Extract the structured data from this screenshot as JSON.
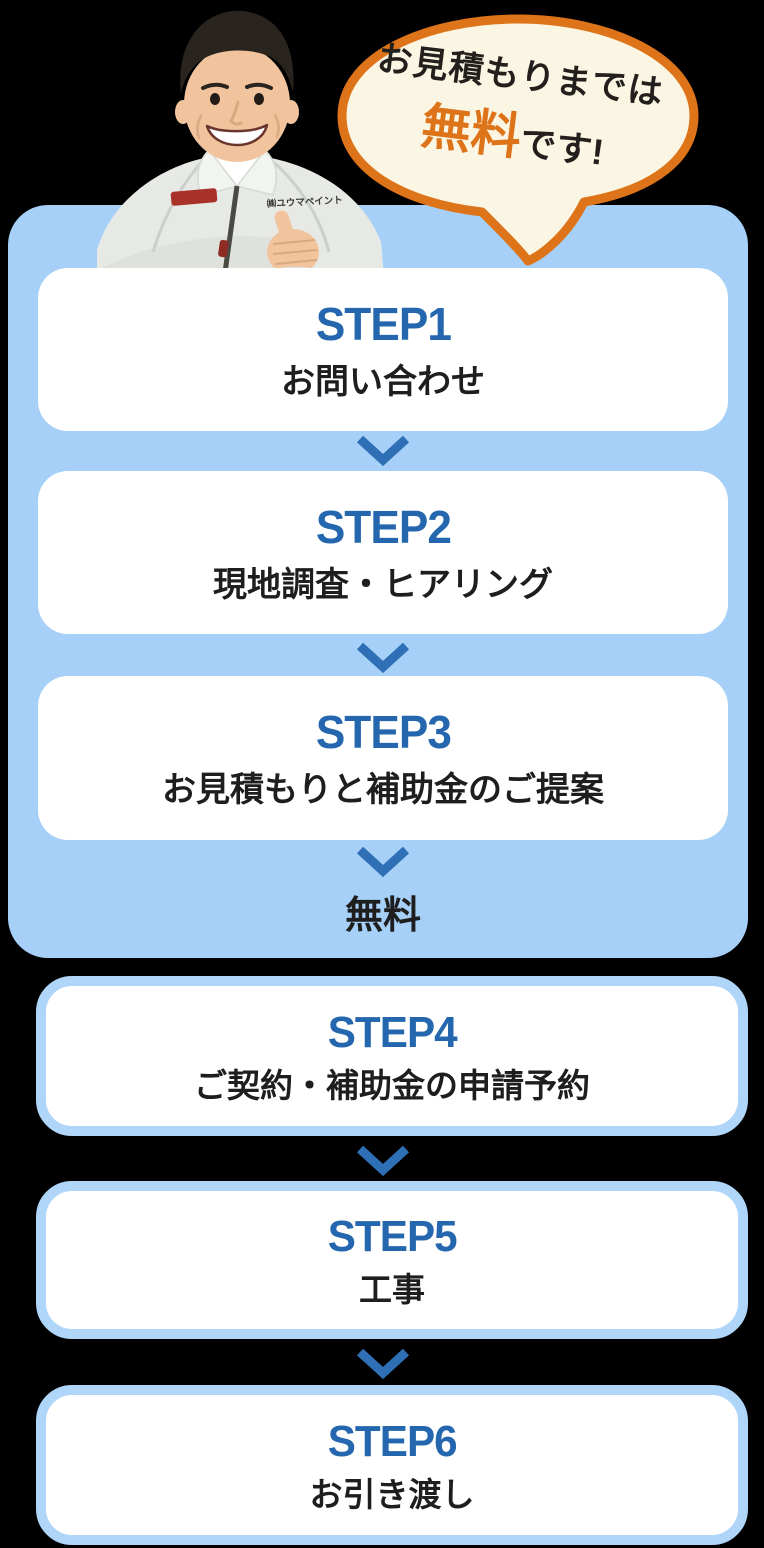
{
  "colors": {
    "background": "#000000",
    "panel_blue": "#A6D0F7",
    "card_white": "#FFFFFF",
    "card_border_blue": "#AFD5F8",
    "step_label_blue": "#2467AE",
    "text_dark": "#1E1E1E",
    "chevron_blue": "#2E6FB5",
    "bubble_orange": "#DE7419",
    "bubble_cream": "#FBF6E3"
  },
  "staff": {
    "uniform_logo": "㈱ユウマペイント"
  },
  "bubble": {
    "line1": "お見積もりまでは",
    "highlight": "無料",
    "suffix": "です!"
  },
  "free_flow": {
    "free_label": "無料",
    "steps": [
      {
        "label": "STEP1",
        "title": "お問い合わせ"
      },
      {
        "label": "STEP2",
        "title": "現地調査・ヒアリング"
      },
      {
        "label": "STEP3",
        "title": "お見積もりと補助金のご提案"
      }
    ]
  },
  "flow": {
    "steps": [
      {
        "label": "STEP4",
        "title": "ご契約・補助金の申請予約"
      },
      {
        "label": "STEP5",
        "title": "工事"
      },
      {
        "label": "STEP6",
        "title": "お引き渡し"
      }
    ]
  }
}
